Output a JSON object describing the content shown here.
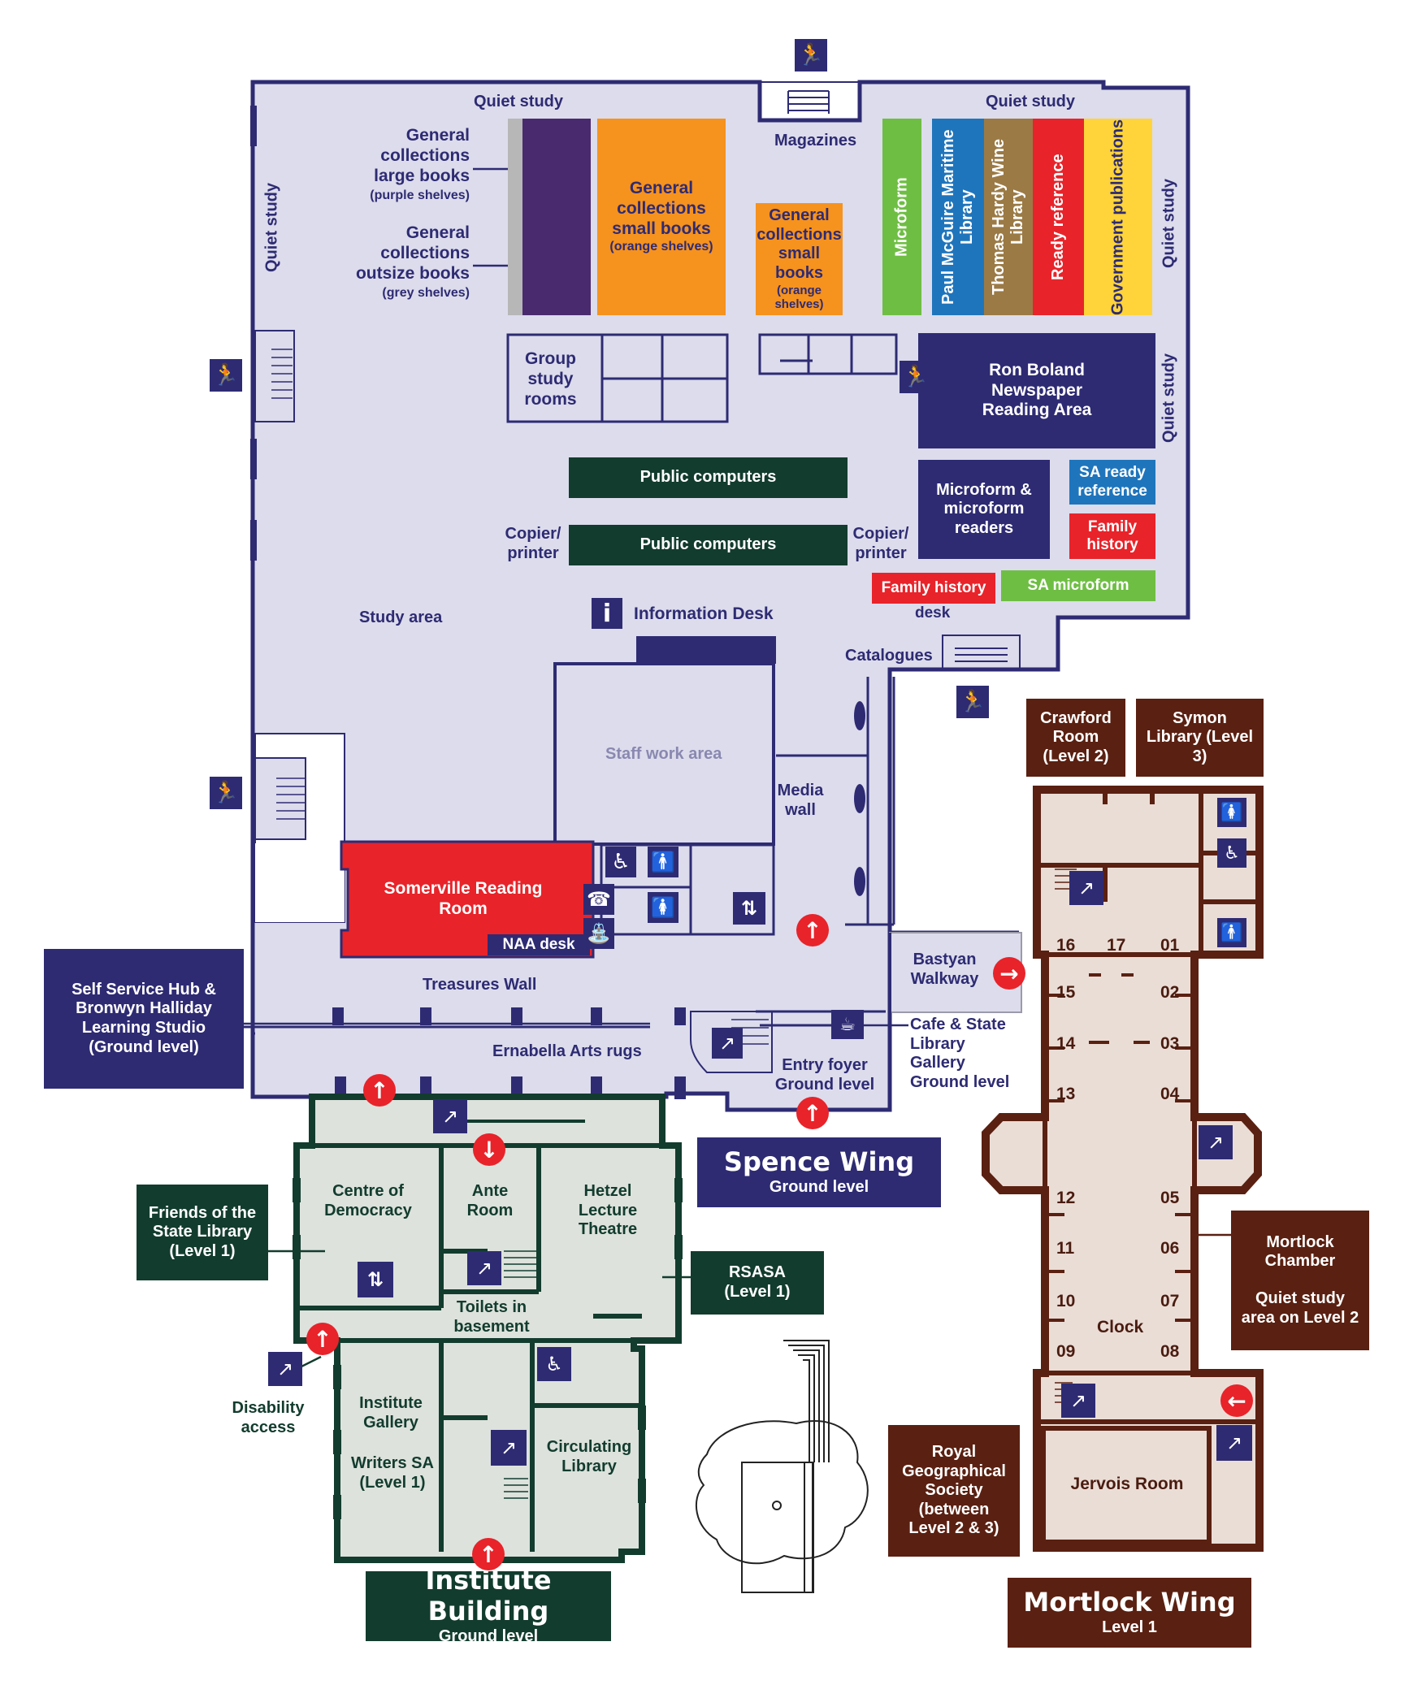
{
  "colors": {
    "spence_fill": "#dcdcec",
    "spence_wall": "#2e2b73",
    "institute_fill": "#dde2dc",
    "institute_wall": "#123c2e",
    "mortlock_fill": "#eaddd6",
    "mortlock_wall": "#5a2011",
    "red": "#e8232a",
    "orange": "#f6921e",
    "purple": "#4a2a6e",
    "green": "#6fbe44",
    "blue": "#1f75bc",
    "brown": "#9b7a45",
    "yellow": "#fed43a",
    "grey": "#b7b7b7"
  },
  "icons": {
    "exit": "emergency-exit-icon",
    "stairs": "stairs-icon",
    "lift": "lift-icon",
    "info": "information-icon",
    "accessible": "wheelchair-icon",
    "male_toilet": "male-toilet-icon",
    "female_toilet": "female-toilet-icon",
    "phone": "phone-icon",
    "cafe": "cafe-icon",
    "entrance_arrow": "entrance-arrow-icon"
  },
  "spence": {
    "quiet_study_top_left": "Quiet study",
    "quiet_study_top_right": "Quiet study",
    "quiet_study_left": "Quiet study",
    "quiet_study_right_upper": "Quiet study",
    "quiet_study_right_lower": "Quiet study",
    "magazines": "Magazines",
    "gc_large": "General collections large books",
    "gc_large_note": "(purple shelves)",
    "gc_outsize": "General collections outsize books",
    "gc_outsize_note": "(grey shelves)",
    "gc_small_1": "General collections small books",
    "gc_small_1_note": "(orange shelves)",
    "gc_small_2": "General collections small books",
    "gc_small_2_note": "(orange shelves)",
    "shelf_microform": "Microform",
    "shelf_maritime": "Paul McGuire Maritime Library",
    "shelf_wine": "Thomas Hardy Wine Library",
    "shelf_ready_ref": "Ready reference",
    "shelf_gov": "Government publications",
    "group_study": "Group study rooms",
    "newspaper": "Ron Boland Newspaper Reading Area",
    "public_computers_1": "Public computers",
    "public_computers_2": "Public computers",
    "copier_left": "Copier/ printer",
    "copier_right": "Copier/ printer",
    "microform_readers": "Microform & microform readers",
    "sa_ready_ref": "SA ready reference",
    "family_history": "Family history",
    "family_history_desk": "Family history",
    "desk_word": "desk",
    "sa_microform": "SA microform",
    "study_area": "Study area",
    "info_desk": "Information Desk",
    "catalogues": "Catalogues",
    "staff_work": "Staff work area",
    "media_wall": "Media wall",
    "somerville": "Somerville Reading Room",
    "naa_desk": "NAA desk",
    "treasures_wall": "Treasures Wall",
    "ernabella": "Ernabella Arts rugs",
    "entry_foyer": "Entry foyer Ground level",
    "bastyan": "Bastyan Walkway",
    "cafe": "Cafe & State Library Gallery Ground level",
    "self_service": "Self Service Hub & Bronwyn Halliday Learning Studio (Ground level)",
    "wing_title": "Spence Wing",
    "wing_sub": "Ground level"
  },
  "institute": {
    "friends": "Friends of the State Library (Level 1)",
    "centre_democracy": "Centre of Democracy",
    "ante_room": "Ante Room",
    "hetzel": "Hetzel Lecture Theatre",
    "toilets": "Toilets in basement",
    "rsasa": "RSASA (Level 1)",
    "disability": "Disability access",
    "institute_gallery": "Institute Gallery",
    "writers_sa": "Writers SA (Level 1)",
    "circulating": "Circulating Library",
    "title": "Institute Building",
    "sub": "Ground level"
  },
  "mortlock": {
    "crawford": "Crawford Room (Level 2)",
    "symon": "Symon Library (Level 3)",
    "bays_left": [
      "16",
      "15",
      "14",
      "13",
      "12",
      "11",
      "10",
      "09"
    ],
    "bays_right": [
      "01",
      "02",
      "03",
      "04",
      "05",
      "06",
      "07",
      "08"
    ],
    "bay_17": "17",
    "clock": "Clock",
    "chamber": "Mortlock Chamber",
    "chamber_note": "Quiet study area on Level 2",
    "rgs": "Royal Geographical Society (between Level 2 & 3)",
    "jervois": "Jervois Room",
    "title": "Mortlock Wing",
    "sub": "Level 1"
  }
}
